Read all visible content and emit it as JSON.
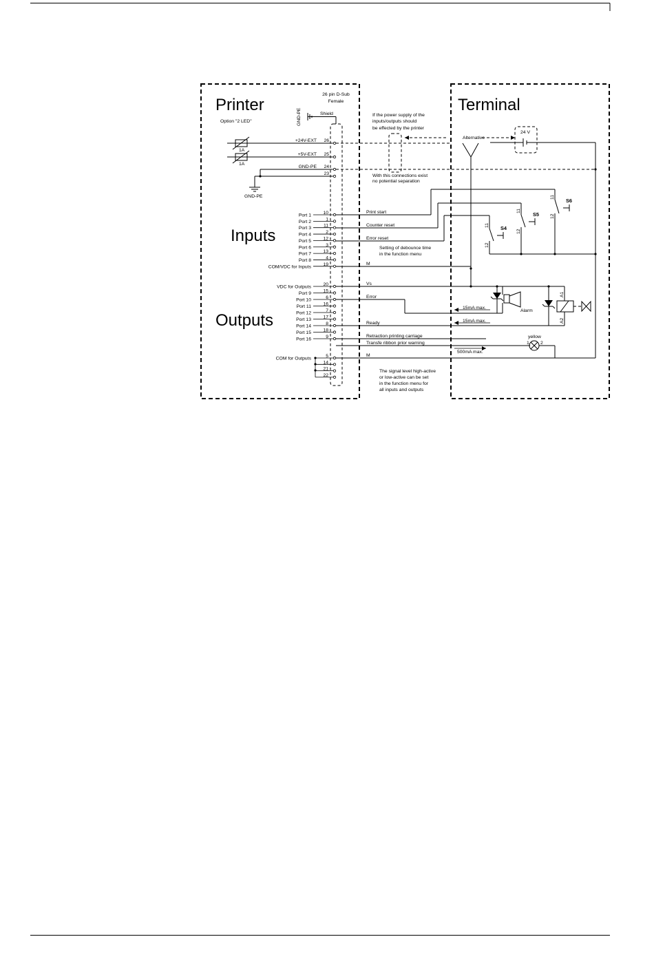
{
  "printer": {
    "title": "Printer",
    "option": "Option \"2 LED\"",
    "connector_line1": "26 pin D-Sub",
    "connector_line2": "Female",
    "shield": "Shield",
    "gnd_pe_top": "GND-PE",
    "gnd_pe_bottom": "GND-PE",
    "fuse_label": "1A",
    "inputs_heading": "Inputs",
    "outputs_heading": "Outputs",
    "power_pins": [
      {
        "label": "+24V-EXT",
        "pin": "26"
      },
      {
        "label": "+5V-EXT",
        "pin": "25"
      },
      {
        "label": "GND-PE",
        "pin": "24"
      },
      {
        "label": "",
        "pin": "23"
      }
    ],
    "input_pins": [
      {
        "label": "Port 1",
        "pin": "10"
      },
      {
        "label": "Port 2",
        "pin": "1"
      },
      {
        "label": "Port 3",
        "pin": "11"
      },
      {
        "label": "Port 4",
        "pin": "2"
      },
      {
        "label": "Port 5",
        "pin": "12"
      },
      {
        "label": "Port 6",
        "pin": "3"
      },
      {
        "label": "Port 7",
        "pin": "13"
      },
      {
        "label": "Port 8",
        "pin": "4"
      },
      {
        "label": "COM/VDC for Inputs",
        "pin": "19"
      }
    ],
    "output_pins": [
      {
        "label": "VDC for Outputs",
        "pin": "20"
      },
      {
        "label": "Port 9",
        "pin": "15"
      },
      {
        "label": "Port 10",
        "pin": "6"
      },
      {
        "label": "Port 11",
        "pin": "16"
      },
      {
        "label": "Port 12",
        "pin": "7"
      },
      {
        "label": "Port 13",
        "pin": "17"
      },
      {
        "label": "Port 14",
        "pin": "8"
      },
      {
        "label": "Port 15",
        "pin": "18"
      },
      {
        "label": "Port 16",
        "pin": "9"
      }
    ],
    "com_pins": [
      {
        "label": "COM for Outputs",
        "pin": "5"
      },
      {
        "label": "",
        "pin": "14"
      },
      {
        "label": "",
        "pin": "21"
      },
      {
        "label": "",
        "pin": "22"
      }
    ]
  },
  "middle": {
    "power_note": [
      "If the power supply of the",
      "inputs/outputs should",
      "be effected by the printer"
    ],
    "connection_note": [
      "With this connections exist",
      "no potential separation"
    ],
    "signal_print_start": "Print start",
    "signal_counter_reset": "Counter reset",
    "signal_error_reset": "Error reset",
    "debounce_note": [
      "Setting of  debounce time",
      "in the function menu"
    ],
    "signal_m_inputs": "M",
    "signal_vs": "Vs",
    "signal_error": "Error",
    "signal_ready": "Ready",
    "signal_retraction": "Retraction printing carriage",
    "signal_ribbon": "Transfe ribbon prior warning",
    "signal_m_outputs": "M",
    "signal_note": [
      "The signal level high-active",
      "or low-active can be set",
      "in the function menu for",
      "all inputs and outputs"
    ]
  },
  "terminal": {
    "title": "Terminal",
    "alternative": "Alternative",
    "supply": "24 V",
    "switch_s4": "S4",
    "switch_s5": "S5",
    "switch_s6": "S6",
    "contact_11": "11",
    "contact_12": "12",
    "current_15ma_error": "15mA max.",
    "current_15ma_ready": "15mA max.",
    "current_500ma": "500mA max.",
    "alarm": "Alarm",
    "relay_a1": "A1",
    "relay_a2": "A2",
    "lamp_color": "yellow",
    "lamp_pin1": "1",
    "lamp_pin2": "2"
  }
}
